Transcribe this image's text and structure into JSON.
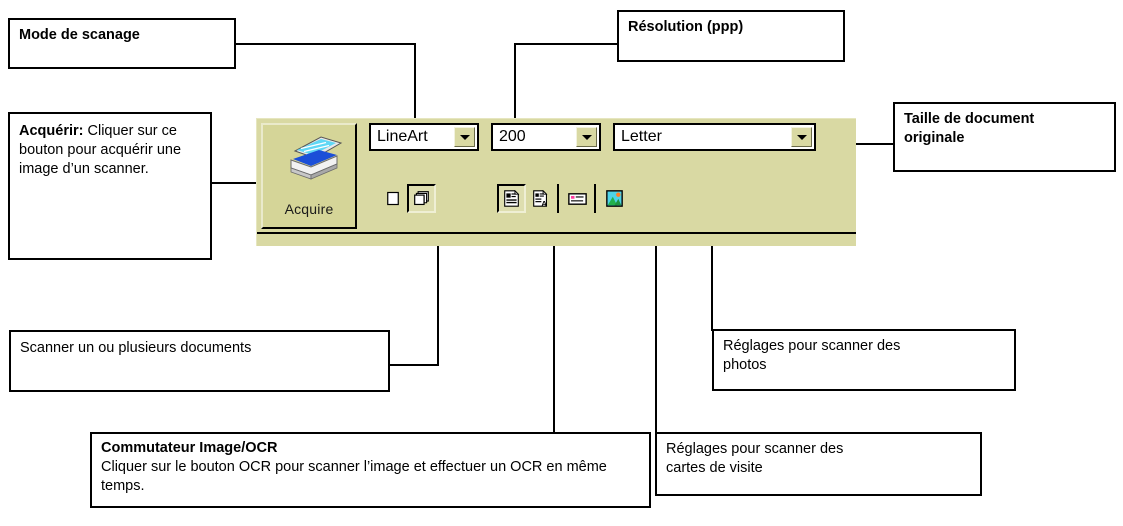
{
  "annotations": {
    "scan_mode": {
      "text": "Mode de scanage",
      "bold": true
    },
    "resolution": {
      "text": "Résolution (ppp)",
      "bold": true
    },
    "doc_size": {
      "line1": "Taille de document",
      "line2": "originale",
      "bold": true
    },
    "acquire": {
      "heading": "Acquérir:",
      "body": " Cliquer sur ce bouton pour acquérir une image d’un scanner."
    },
    "scan_documents": {
      "text": "Scanner un ou plusieurs documents"
    },
    "image_ocr": {
      "heading": "Commutateur Image/OCR",
      "body": "Cliquer sur le bouton OCR pour scanner l’image et effectuer un OCR en même temps."
    },
    "photo_settings": {
      "line1": "Réglages pour scanner des",
      "line2": "photos"
    },
    "card_settings": {
      "line1": "Réglages pour scanner des",
      "line2": "cartes de visite"
    }
  },
  "toolbar": {
    "acquire_button": {
      "label": "Acquire",
      "icon": "scanner-icon"
    },
    "dropdowns": [
      {
        "name": "scan-mode-select",
        "value": "LineArt"
      },
      {
        "name": "resolution-select",
        "value": "200"
      },
      {
        "name": "document-size-select",
        "value": "Letter"
      }
    ],
    "buttons": [
      {
        "name": "single-page-button",
        "icon": "single-page-icon",
        "pressed": false
      },
      {
        "name": "multi-page-button",
        "icon": "multi-page-icon",
        "pressed": true
      },
      {
        "name": "image-mode-button",
        "icon": "document-image-icon",
        "pressed": true
      },
      {
        "name": "ocr-mode-button",
        "icon": "document-ocr-icon",
        "pressed": false
      },
      {
        "name": "business-card-button",
        "icon": "business-card-icon",
        "pressed": false
      },
      {
        "name": "photo-button",
        "icon": "photo-icon",
        "pressed": false
      }
    ]
  },
  "colors": {
    "toolbar_bg": "#d9d9a3",
    "panel_bg": "#d5d598",
    "field_bg": "#ffffff",
    "outline": "#000000",
    "scanner_blue": "#1b4fd8",
    "scanner_cyan": "#5fd7f5",
    "photo_green": "#22b14c",
    "photo_sky": "#4fd3e8",
    "photo_sun": "#ff7f27",
    "card_pink": "#ff3c9e"
  }
}
